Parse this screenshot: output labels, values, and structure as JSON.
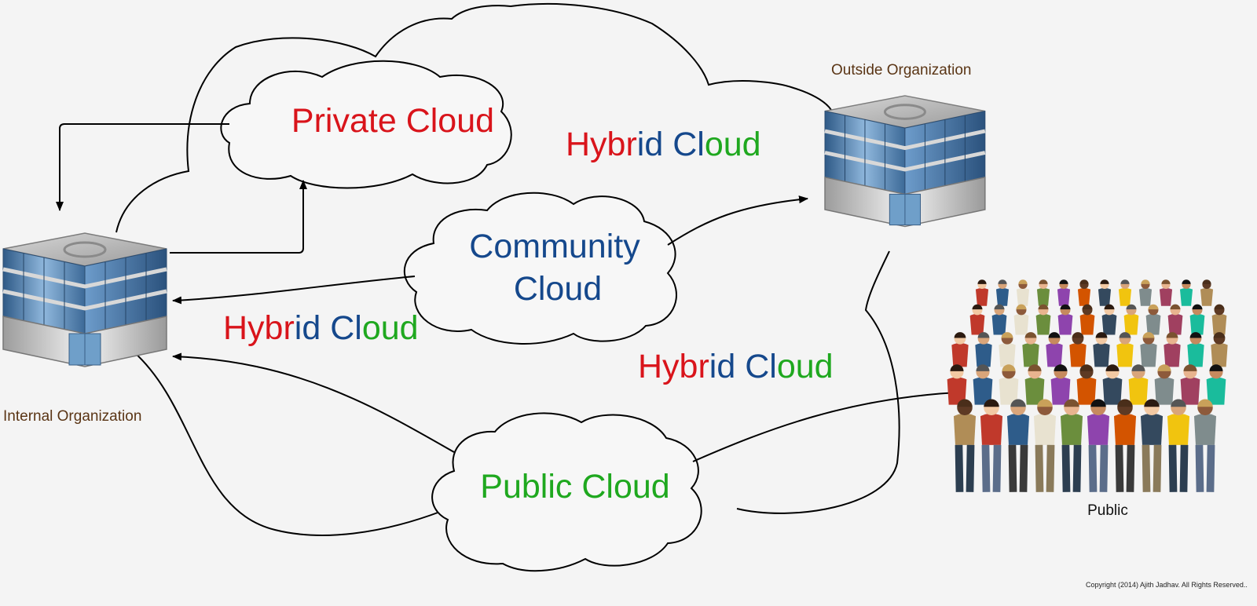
{
  "clouds": {
    "private": {
      "label": "Private Cloud"
    },
    "community": {
      "line1": "Community",
      "line2": "Cloud"
    },
    "public": {
      "label": "Public Cloud"
    }
  },
  "hybrid": {
    "parts": [
      "Hyb",
      "r",
      "id",
      " Cl",
      "oud"
    ],
    "colors": [
      "#d9141b",
      "#d9141b",
      "#15488c",
      "#15488c",
      "#1fa81f"
    ]
  },
  "nodes": {
    "internal": {
      "caption": "Internal Organization"
    },
    "outside": {
      "caption": "Outside Organization"
    },
    "public": {
      "caption": "Public"
    }
  },
  "copyright": "Copyright (2014) Ajith Jadhav. All Rights Reserved..",
  "colors": {
    "private": "#d9141b",
    "community": "#15488c",
    "public": "#1fa81f",
    "caption": "#5a3515"
  }
}
